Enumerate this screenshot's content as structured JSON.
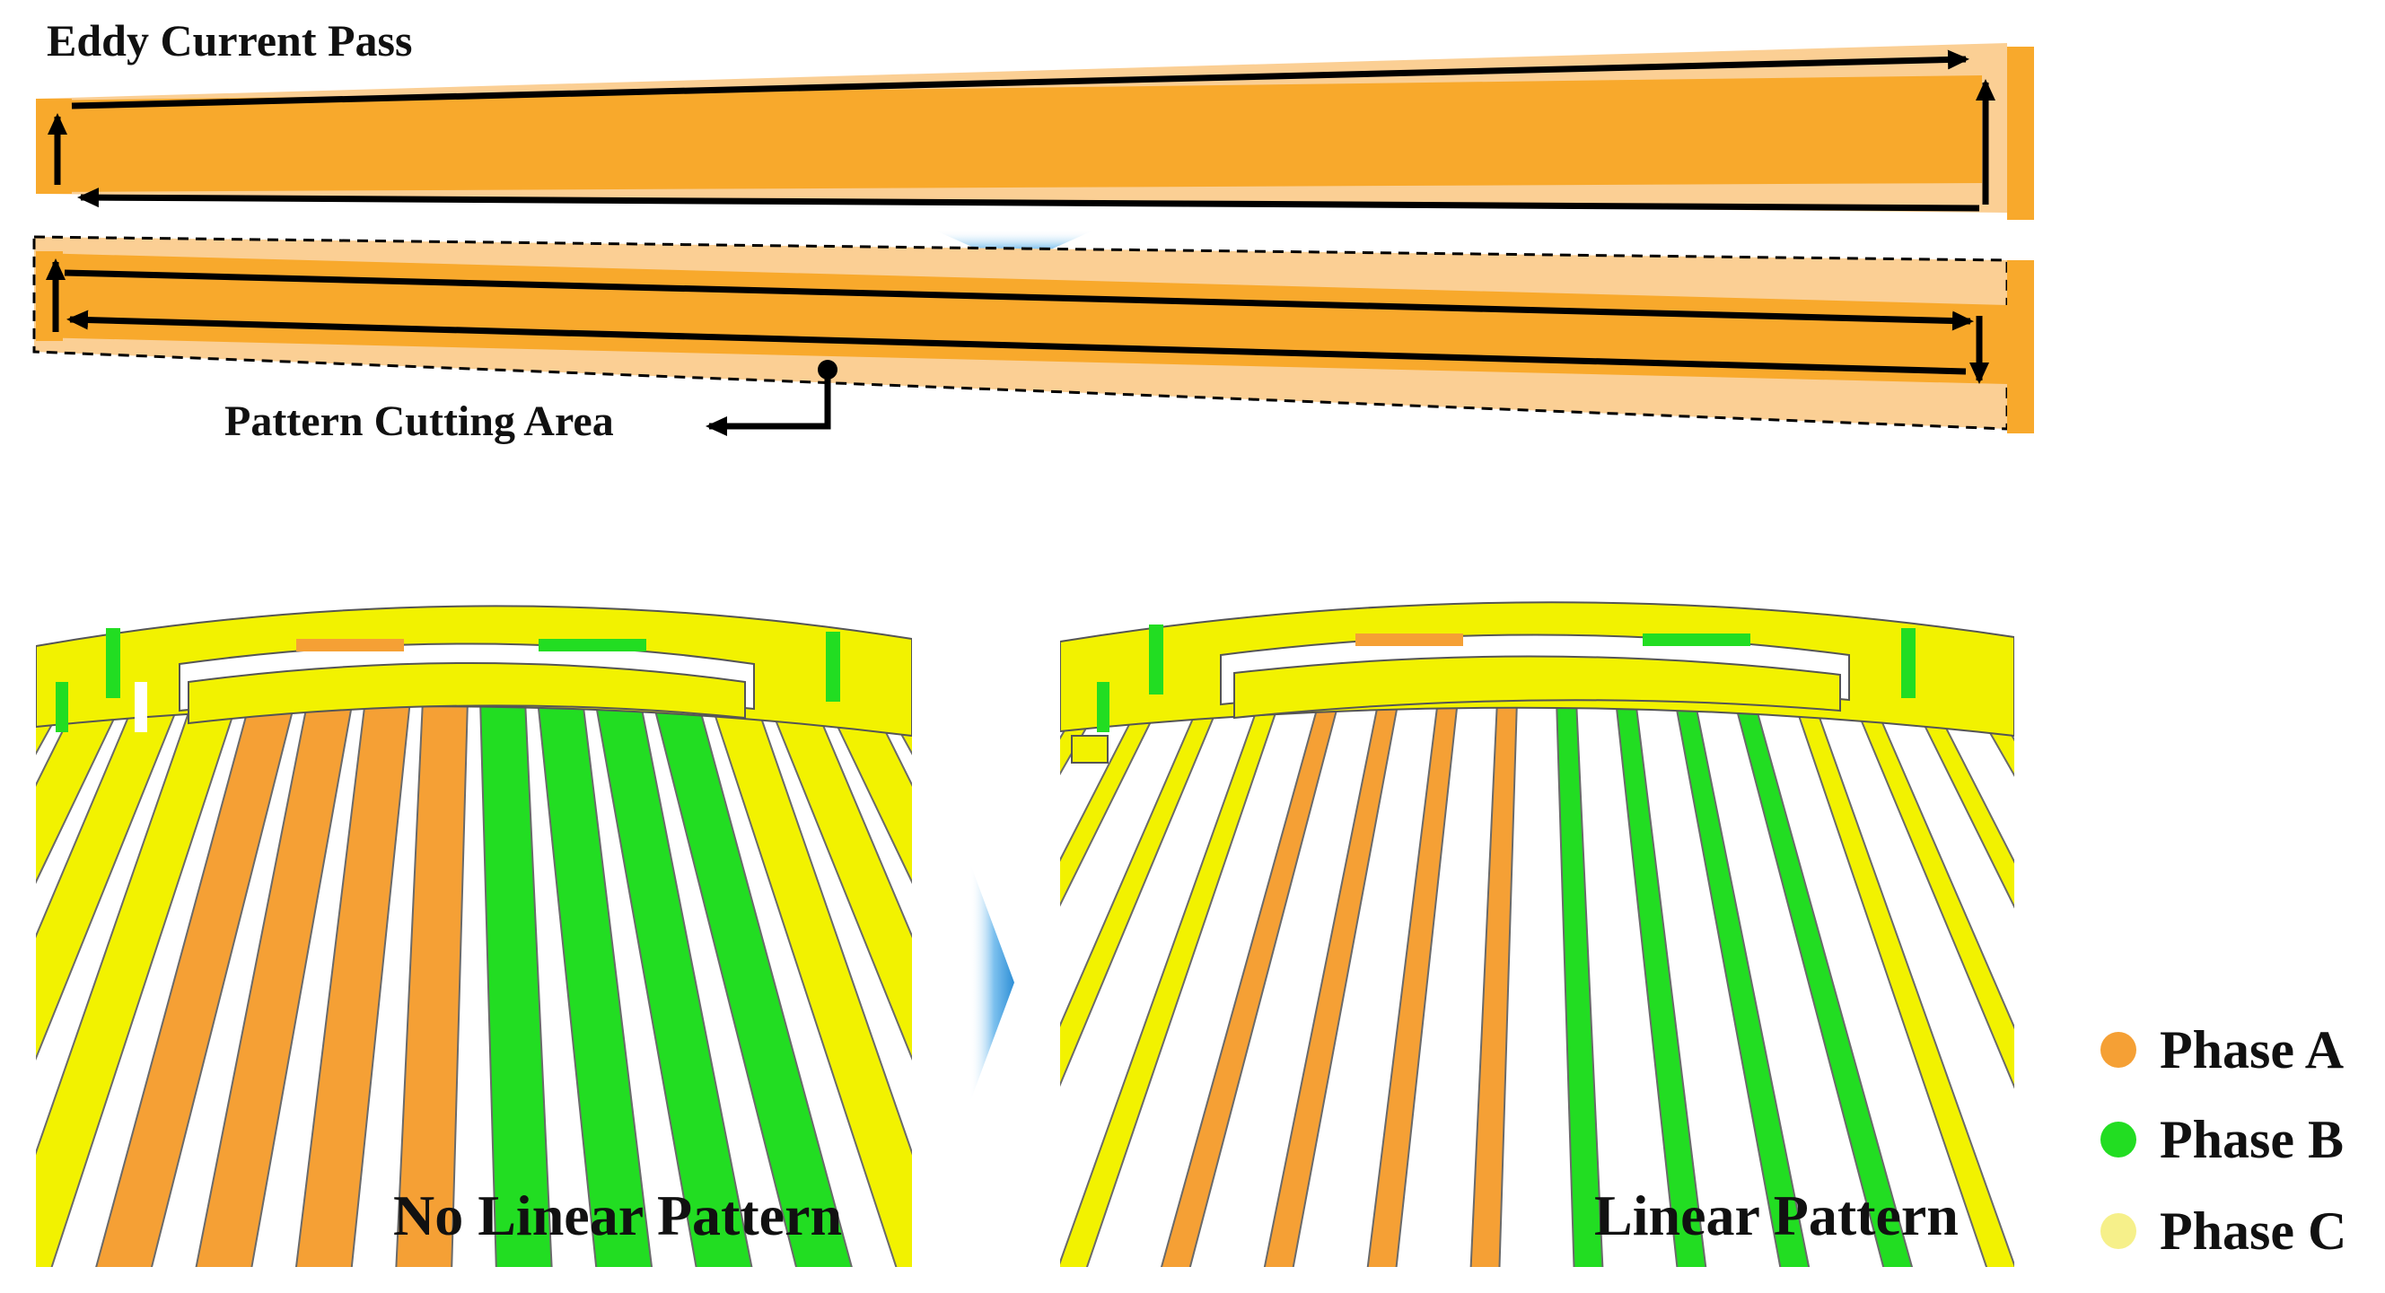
{
  "labels": {
    "eddy_current_pass": "Eddy Current Pass",
    "pattern_cutting_area": "Pattern Cutting Area",
    "no_linear_pattern": "No Linear Pattern",
    "linear_pattern": "Linear Pattern"
  },
  "legend": [
    {
      "label": "Phase A",
      "color": "#F5A035"
    },
    {
      "label": "Phase B",
      "color": "#22DD22"
    },
    {
      "label": "Phase C",
      "color": "#F6F08A"
    }
  ],
  "colors": {
    "conductor_orange": "#F8A92C",
    "conductor_light": "#FBCF94",
    "phase_a": "#F5A035",
    "phase_b": "#22DD22",
    "phase_c": "#F2F200",
    "transition_arrow": "#2E8FD6"
  },
  "panels": {
    "left": {
      "order": [
        "C",
        "C",
        "C",
        "C",
        "A",
        "A",
        "A",
        "A",
        "B",
        "B",
        "B",
        "B",
        "C",
        "C",
        "C",
        "C"
      ]
    },
    "right": {
      "order": [
        "C",
        "C",
        "C",
        "C",
        "A",
        "A",
        "A",
        "A",
        "B",
        "B",
        "B",
        "B",
        "C",
        "C",
        "C",
        "C"
      ]
    }
  }
}
